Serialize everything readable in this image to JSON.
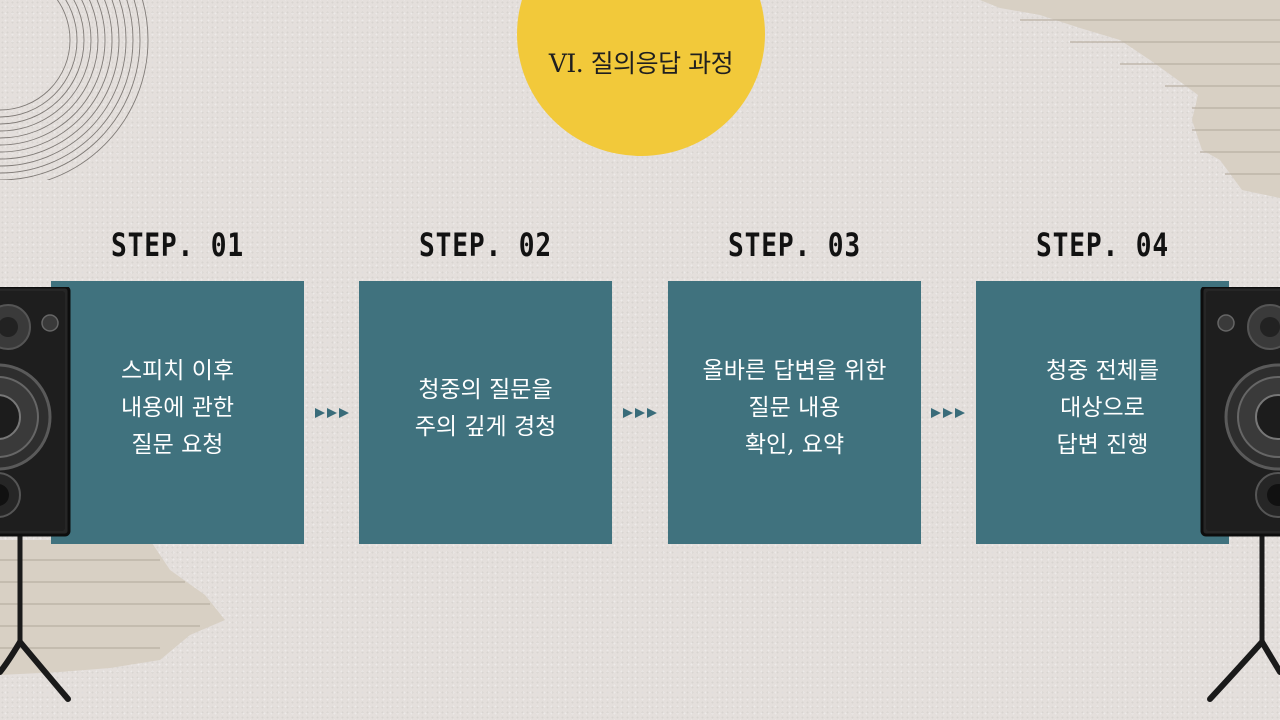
{
  "title": "VI.  질의응답 과정",
  "colors": {
    "background": "#e4dfdc",
    "accent_circle": "#f2c93a",
    "box": "#40727e",
    "arrow": "#3a6c7a"
  },
  "steps": [
    {
      "label": "STEP. 01",
      "text": "스피치 이후\n내용에 관한\n질문 요청"
    },
    {
      "label": "STEP. 02",
      "text": "청중의 질문을\n주의 깊게 경청"
    },
    {
      "label": "STEP. 03",
      "text": "올바른 답변을 위한\n질문 내용\n확인, 요약"
    },
    {
      "label": "STEP. 04",
      "text": "청중 전체를\n대상으로\n답변 진행"
    }
  ],
  "icons": [
    "vinyl-record-icon",
    "speaker-left-icon",
    "speaker-right-icon",
    "triple-arrow-icon"
  ]
}
